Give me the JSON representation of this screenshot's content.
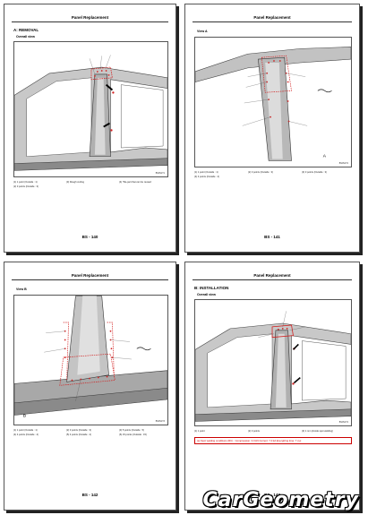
{
  "header": "Panel Replacement",
  "pages": [
    {
      "section": "A:  REMOVAL",
      "view": "Overall view",
      "code": "BS0S1T1",
      "legend": [
        "(1)   1 point (Outside : 1)",
        "(3)   Rough cutting",
        "(4)   *Re-part that can be reused",
        "(2)   3 points (Outside : 3)",
        "",
        ""
      ],
      "page_number": "BS - 140"
    },
    {
      "section": "",
      "view": "View A",
      "code": "BS0S1T2",
      "legend": [
        "(1)   1 point (Outside : 1)",
        "(2)   3 points (Outside : 3)",
        "(3)   3 points (Outside : 3)",
        "(4)   4 points (Outside : 4)",
        "",
        ""
      ],
      "page_number": "BS - 141"
    },
    {
      "section": "",
      "view": "View B",
      "code": "BS0S1T3",
      "legend": [
        "(1)   1 point (Outside : 1)",
        "(2)   3 points (Outside : 3)",
        "(3)   5 points (Outside : 5)",
        "(4)   4 points (Outside : 4)",
        "(5)   4 points (Outside : 4)",
        "(6)   15 points (Outside : 15)"
      ],
      "page_number": "BS - 142"
    },
    {
      "section": "B:  INSTALLATION",
      "view": "Overall view",
      "code": "BS0S1T4",
      "legend": [
        "(1)   1 point",
        "(2)   3 points",
        "(3)   1 mm (Inside spot welding)",
        "",
        "",
        ""
      ],
      "note": "(a) Spot welding conditions (RC) : Compression: 3.0 kN  Current: 7.0 kA  Energizing time: 7 cyc",
      "page_number": "BS - 143"
    }
  ],
  "watermark": "CarGeometry",
  "colors": {
    "accent": "#d22020",
    "panel": "#bfbfbf",
    "panel_dark": "#8a8a8a"
  }
}
